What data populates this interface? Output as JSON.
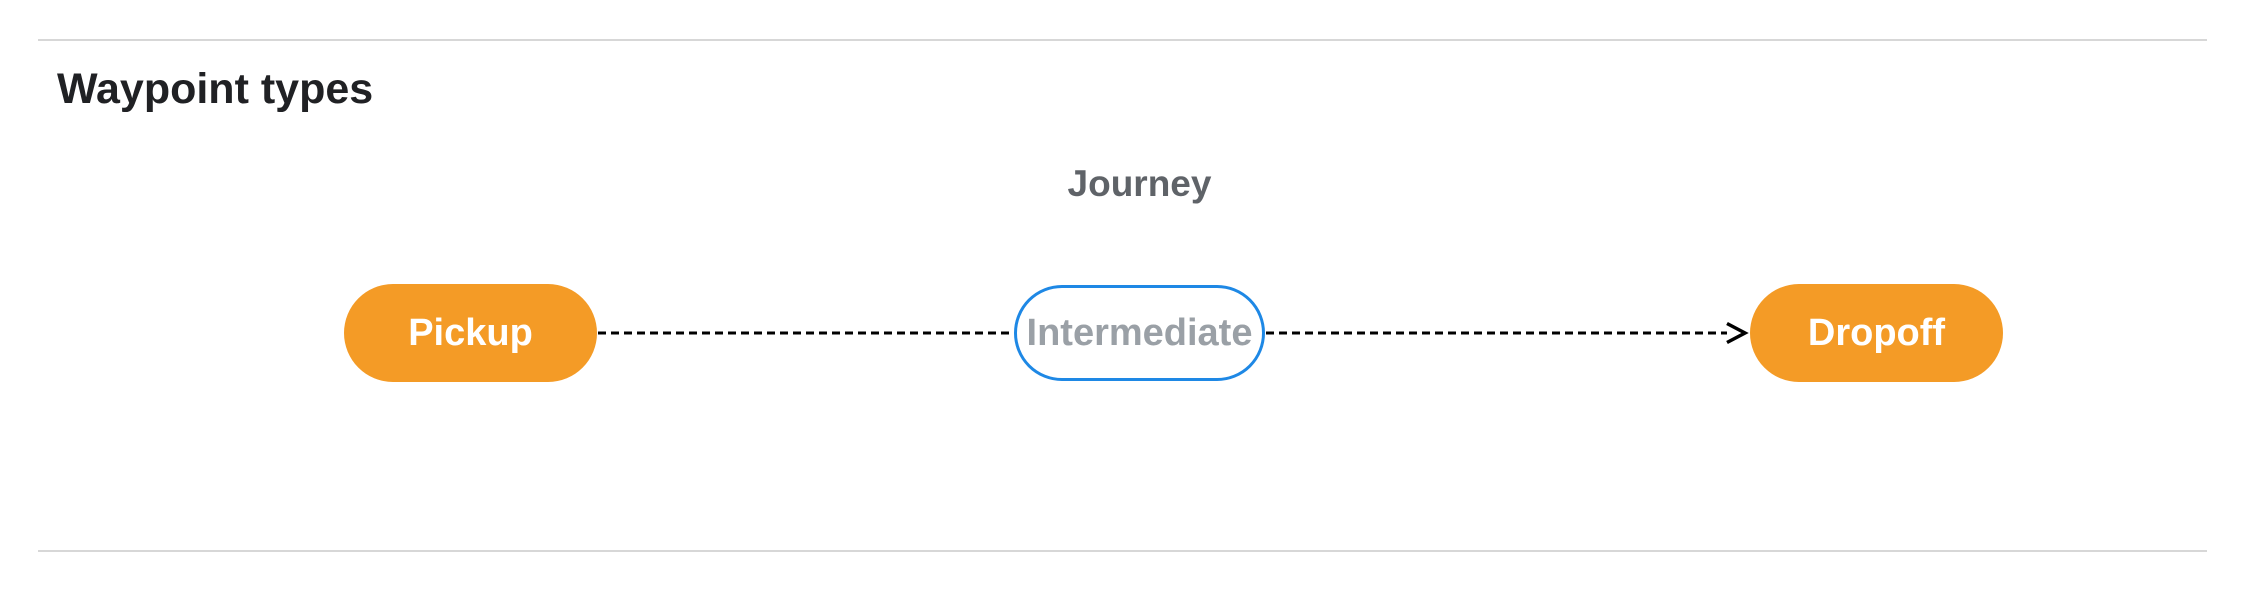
{
  "section": {
    "heading": "Waypoint types"
  },
  "diagram": {
    "title": "Journey",
    "nodes": [
      {
        "id": "pickup",
        "label": "Pickup",
        "style": "filled"
      },
      {
        "id": "intermediate",
        "label": "Intermediate",
        "style": "outlined"
      },
      {
        "id": "dropoff",
        "label": "Dropoff",
        "style": "filled"
      }
    ],
    "connector": {
      "type": "dashed-arrow",
      "from": "Pickup",
      "through": "Intermediate",
      "to": "Dropoff"
    }
  },
  "colors": {
    "node_fill_orange": "#f49b26",
    "node_text_white": "#ffffff",
    "intermediate_border_blue": "#1e88e5",
    "intermediate_text_gray": "#9aa0a6",
    "journey_label_gray": "#5f6368",
    "heading_dark": "#202124",
    "divider_gray": "#d7d7d7",
    "connector_black": "#000000"
  }
}
